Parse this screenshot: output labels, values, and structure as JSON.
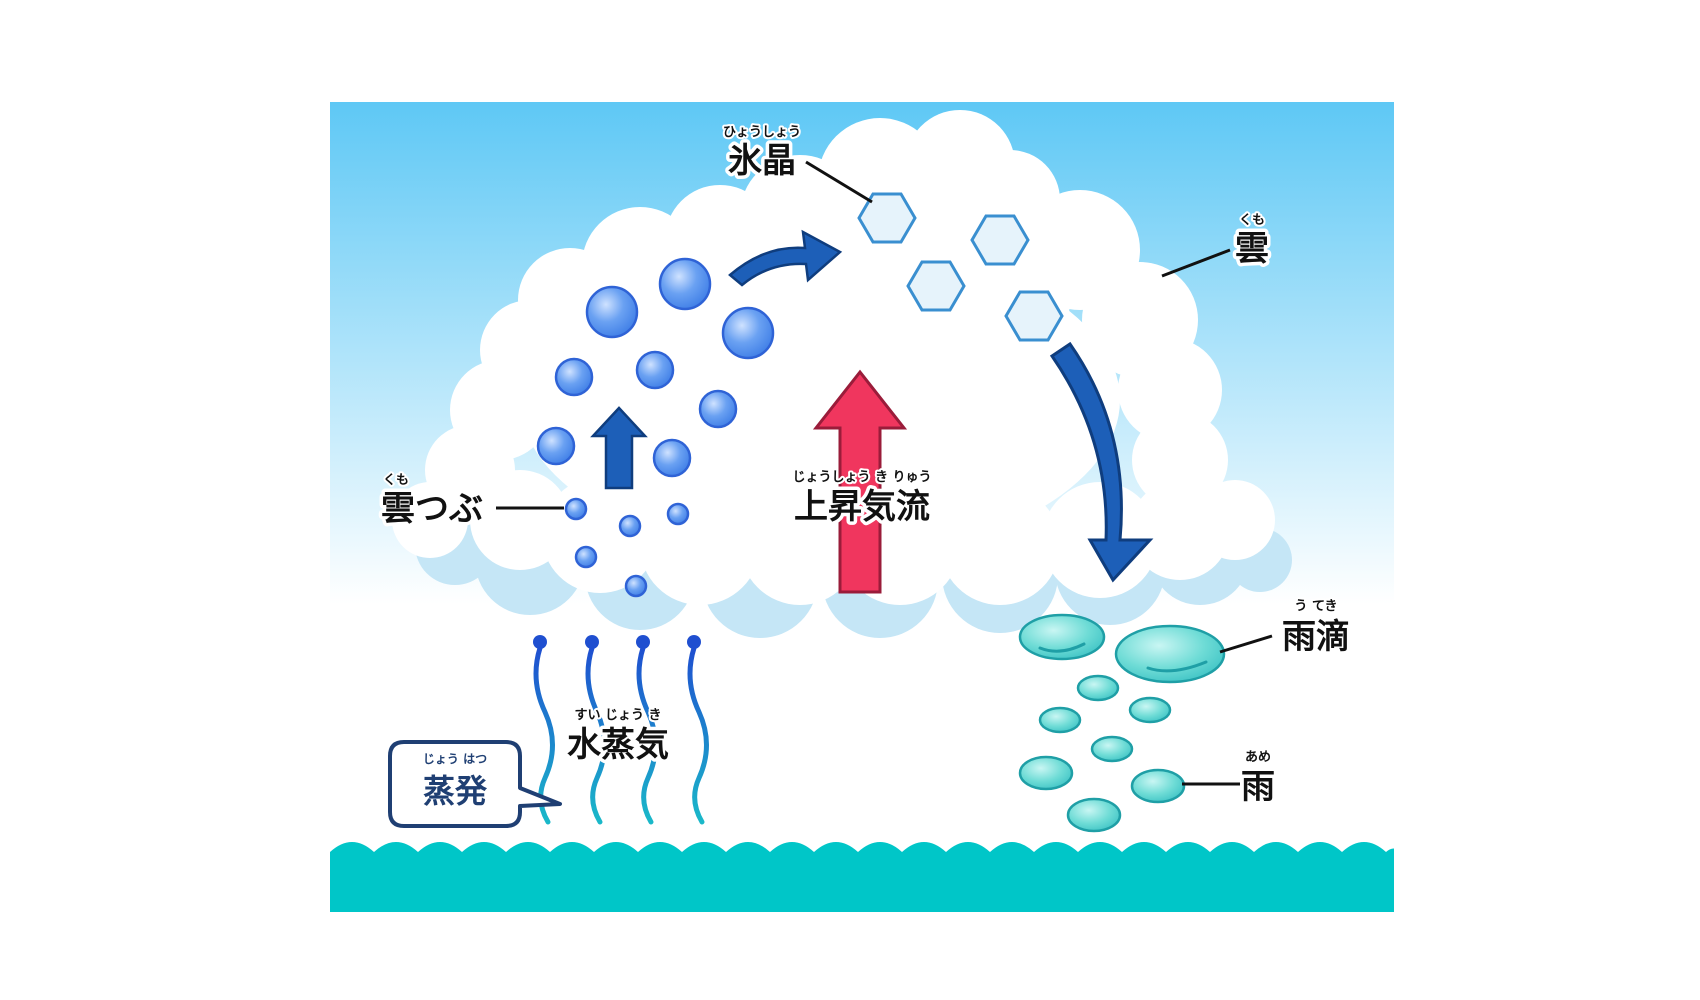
{
  "labels": {
    "ice_crystal": {
      "text": "氷晶",
      "ruby": "ひょうしょう"
    },
    "cloud": {
      "text": "雲",
      "ruby": "くも"
    },
    "cloud_droplet": {
      "text": "雲つぶ",
      "ruby": "くも"
    },
    "updraft": {
      "text": "上昇気流",
      "ruby": "じょうしょう き りゅう"
    },
    "raindrop": {
      "text": "雨滴",
      "ruby": "う てき"
    },
    "rain": {
      "text": "雨",
      "ruby": "あめ"
    },
    "water_vapor": {
      "text": "水蒸気",
      "ruby": "すい じょう き"
    },
    "evaporation": {
      "text": "蒸発",
      "ruby": "じょう はつ"
    }
  },
  "colors": {
    "sky_top": "#5ec8f5",
    "sky_bottom": "#ffffff",
    "cloud": "#ffffff",
    "cloud_shadow": "#c5e6f6",
    "droplet": "#4f8ff0",
    "droplet_outline": "#2f63d6",
    "ice_crystal_fill": "#e6f3fb",
    "ice_crystal_outline": "#3a8fd0",
    "updraft_arrow": "#f0365e",
    "flow_arrow": "#1d5fb8",
    "raindrop": "#5fd6d2",
    "raindrop_outline": "#1f9fa6",
    "vapor_top": "#1f4fd0",
    "vapor_bottom": "#1ab8c9",
    "sea": "#00c6c8",
    "callout_outline": "#1f3f73"
  }
}
